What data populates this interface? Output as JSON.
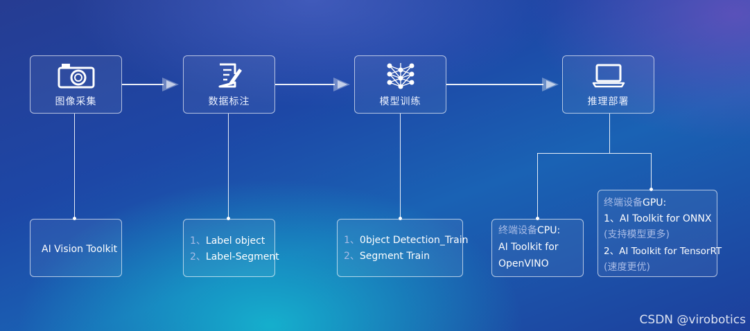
{
  "stages": [
    {
      "label": "图像采集",
      "icon": "camera-icon"
    },
    {
      "label": "数据标注",
      "icon": "edit-document-icon"
    },
    {
      "label": "模型训练",
      "icon": "neural-network-icon"
    },
    {
      "label": "推理部署",
      "icon": "laptop-icon"
    }
  ],
  "details": {
    "vision": {
      "text": "AI Vision Toolkit"
    },
    "label": {
      "n1": "1、",
      "t1": "Label object",
      "n2": "2、",
      "t2": "Label-Segment"
    },
    "train": {
      "n1": "1、",
      "t1": "0bject Detection_Train",
      "n2": "2、",
      "t2": "Segment Train"
    },
    "cpu": {
      "head_a": "终端设备",
      "head_b": "CPU:",
      "line1": "AI Toolkit for",
      "line2": "OpenVINO"
    },
    "gpu": {
      "head_a": "终端设备",
      "head_b": "GPU:",
      "line1": "1、AI Toolkit for ONNX",
      "line2": "(支持模型更多)",
      "line3": "2、AI Toolkit for TensorRT",
      "line4": "(速度更优)"
    }
  },
  "watermark": "CSDN @virobotics",
  "colors": {
    "line": "#ffffff",
    "accent_dim": "#a9bce6"
  }
}
